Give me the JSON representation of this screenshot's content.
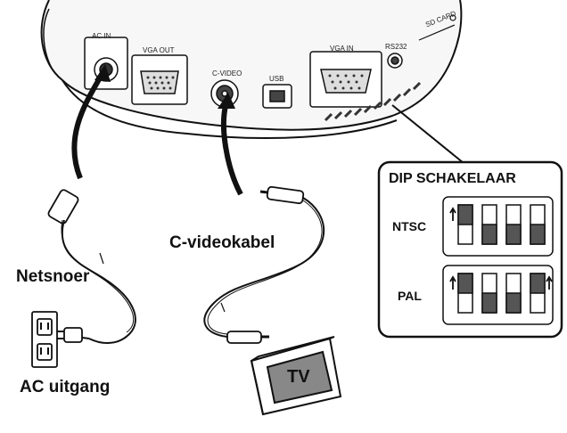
{
  "device": {
    "ports": {
      "ac_in": "AC IN",
      "vga_out": "VGA OUT",
      "c_video": "C-VIDEO",
      "usb": "USB",
      "vga_in": "VGA IN",
      "rs232": "RS232",
      "sd_card": "SD CARD"
    }
  },
  "labels": {
    "power_cord": "Netsnoer",
    "ac_outlet": "AC uitgang",
    "video_cable": "C-videokabel",
    "tv": "TV"
  },
  "dip": {
    "title": "DIP SCHAKELAAR",
    "modes": [
      {
        "name": "NTSC",
        "switches": [
          "up",
          "down",
          "down",
          "down"
        ]
      },
      {
        "name": "PAL",
        "switches": [
          "up",
          "down",
          "down",
          "up"
        ]
      }
    ]
  },
  "colors": {
    "line": "#111111",
    "panel": "#ffffff",
    "switch_dark": "#555555",
    "switch_light": "#ffffff",
    "screen_gray": "#888888"
  }
}
